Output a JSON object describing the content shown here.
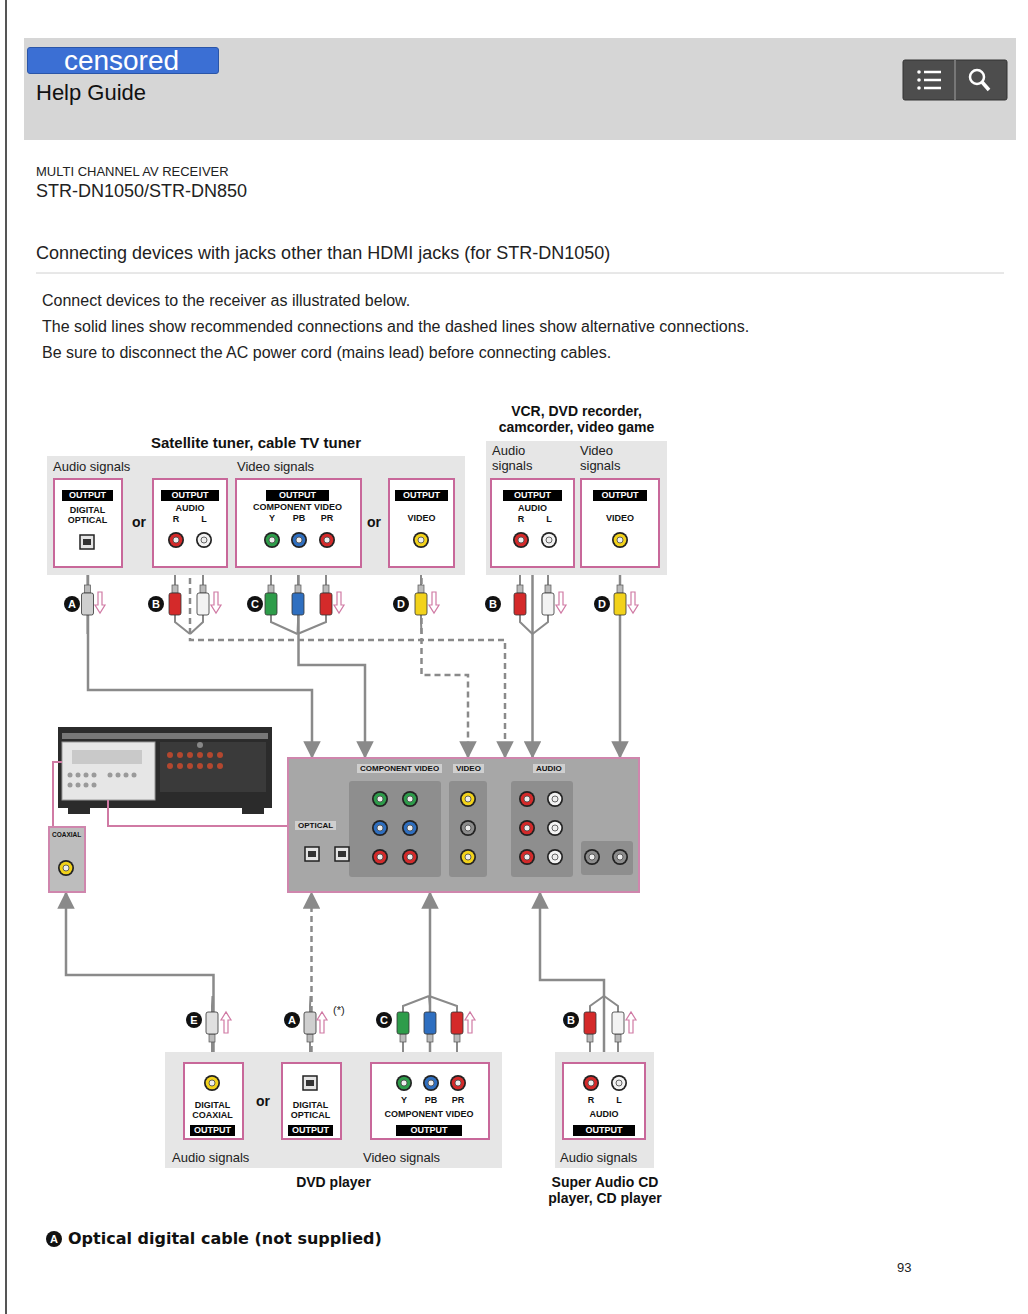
{
  "diagram": {
    "title": "Connecting devices with jacks other than HDMI jacks (for STR-DN1050)",
    "nodes": [
      {
        "text": [
          "censored"
        ]
      },
      {
        "text": [
          "Satellite tuner, cable TV tuner"
        ]
      },
      {
        "text": [
          "OUTPUT",
          "DIGITAL OPTICAL"
        ],
        "in": 1
      },
      {
        "text": [
          "OUTPUT",
          "AUDIO",
          "R",
          "L"
        ],
        "in": 1
      },
      {
        "text": [
          "OUTPUT",
          "COMPONENT VIDEO",
          "Y",
          "PB",
          "PR"
        ],
        "in": 1
      },
      {
        "text": [
          "OUTPUT",
          "VIDEO"
        ],
        "in": 1
      },
      {
        "text": [
          "VCR, DVD recorder, camcorder, video game"
        ]
      },
      {
        "text": [
          "OUTPUT",
          "AUDIO",
          "R",
          "L"
        ],
        "in": 6
      },
      {
        "text": [
          "OUTPUT",
          "VIDEO"
        ],
        "in": 6
      },
      {
        "text": [
          "COMPONENT VIDEO",
          "VIDEO",
          "AUDIO",
          "OPTICAL"
        ]
      },
      {
        "text": [
          "COAXIAL"
        ]
      },
      {
        "text": [
          "DVD player"
        ]
      },
      {
        "text": [
          "DIGITAL COAXIAL",
          "OUTPUT"
        ],
        "in": 11
      },
      {
        "text": [
          "DIGITAL OPTICAL",
          "OUTPUT"
        ],
        "in": 11
      },
      {
        "text": [
          "Y",
          "PB",
          "PR",
          "COMPONENT VIDEO",
          "OUTPUT"
        ],
        "in": 11
      },
      {
        "text": [
          "Super Audio CD player, CD player"
        ]
      },
      {
        "text": [
          "R",
          "L",
          "AUDIO",
          "OUTPUT"
        ],
        "in": 15
      }
    ],
    "edges": [
      {
        "from": 2,
        "to": 9,
        "arrow": "to"
      },
      {
        "from": 3,
        "to": 9,
        "arrow": "to"
      },
      {
        "from": 4,
        "to": 9,
        "arrow": "to"
      },
      {
        "from": 5,
        "to": 9,
        "arrow": "to"
      },
      {
        "from": 7,
        "to": 9,
        "arrow": "to"
      },
      {
        "from": 8,
        "to": 9,
        "arrow": "to"
      },
      {
        "from": 12,
        "to": 10,
        "arrow": "to"
      },
      {
        "from": 13,
        "to": 9,
        "arrow": "to"
      },
      {
        "from": 14,
        "to": 9,
        "arrow": "to"
      },
      {
        "from": 16,
        "to": 9,
        "arrow": "to"
      }
    ],
    "labels": [
      "Help Guide",
      "MULTI CHANNEL AV RECEIVER",
      "STR-DN1050/STR-DN850",
      "Connect devices to the receiver as illustrated below.",
      "The solid lines show recommended connections and the dashed lines show alternative connections.",
      "Be sure to disconnect the AC power cord (mains lead) before connecting cables.",
      "Audio signals",
      "Video signals",
      "or",
      "or",
      "Audio signals",
      "Video signals",
      "A",
      "B",
      "C",
      "D",
      "B",
      "D",
      "E",
      "A",
      "(*)",
      "C",
      "B",
      "or",
      "Audio signals",
      "Video signals",
      "Audio signals",
      "A",
      "93"
    ],
    "legend": [
      {
        "text": "Optical digital cable (not supplied)"
      }
    ]
  }
}
